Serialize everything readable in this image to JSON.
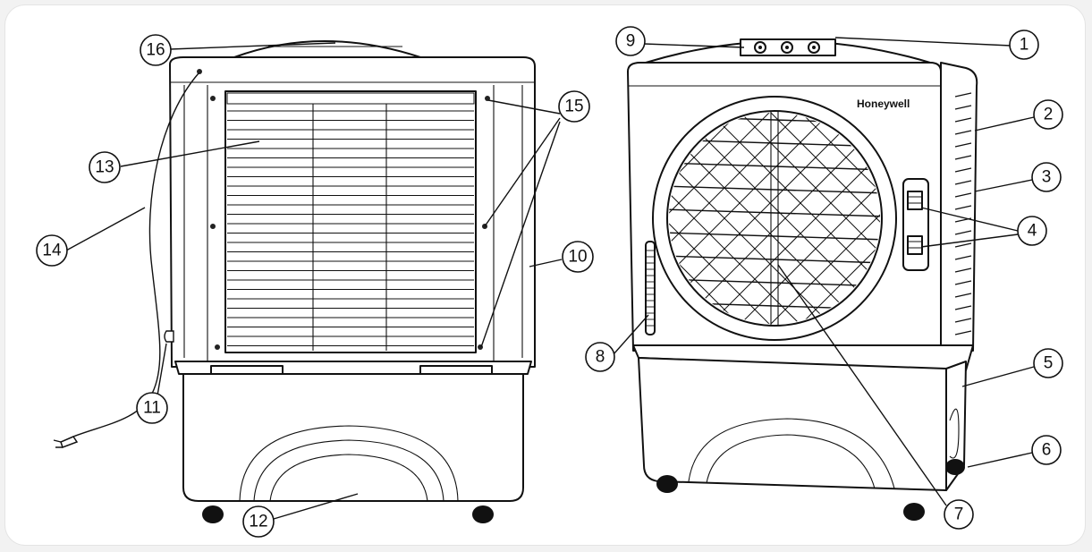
{
  "brand": "Honeywell",
  "callouts": [
    "1",
    "2",
    "3",
    "4",
    "5",
    "6",
    "7",
    "8",
    "9",
    "10",
    "11",
    "12",
    "13",
    "14",
    "15",
    "16"
  ]
}
